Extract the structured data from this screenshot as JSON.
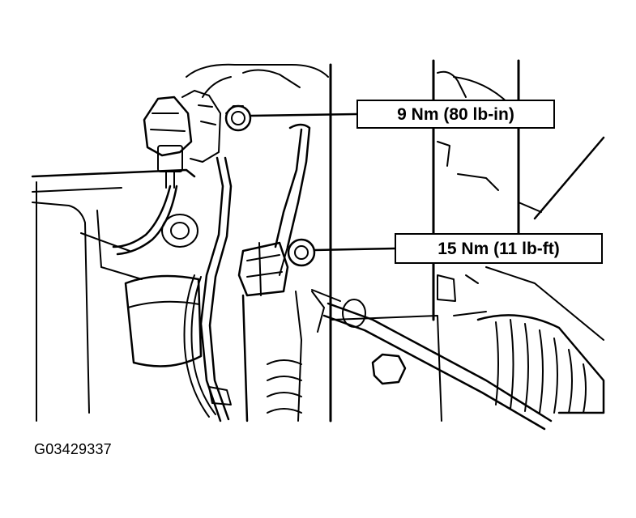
{
  "callouts": [
    {
      "label": "9 Nm (80 lb-in)",
      "target": "upper-bolt"
    },
    {
      "label": "15 Nm (11 lb-ft)",
      "target": "lower-bolt"
    }
  ],
  "figure_id": "G03429337",
  "colors": {
    "ink": "#000000",
    "paper": "#ffffff"
  }
}
